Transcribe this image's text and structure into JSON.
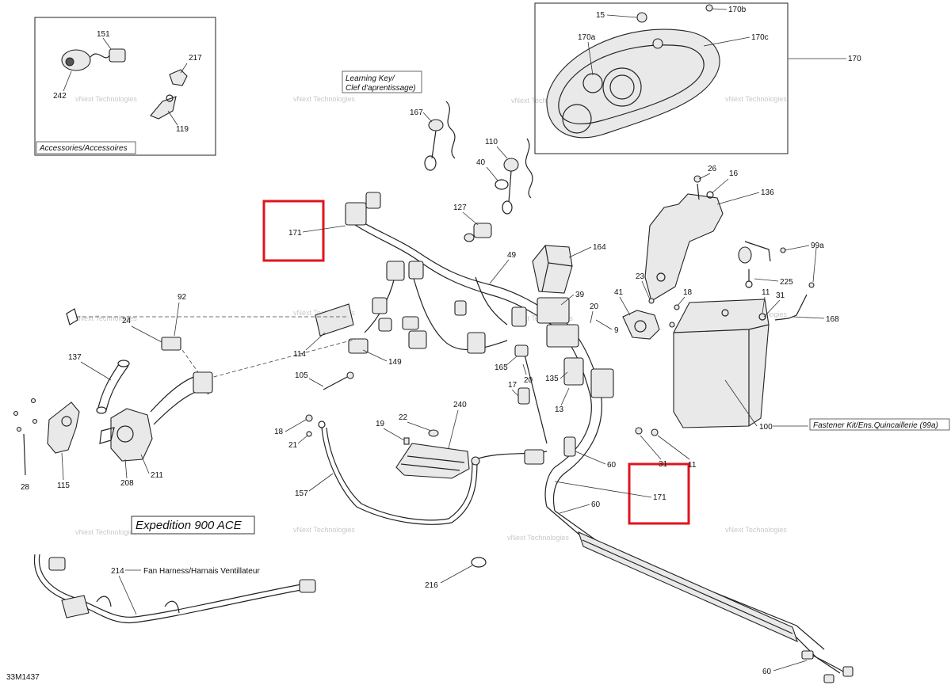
{
  "diagram": {
    "drawing_code": "33M1437",
    "model_title": "Expedition 900 ACE",
    "watermark_text": "vNext Technologies"
  },
  "insets": {
    "accessories": {
      "title": "Accessories/Accessoires",
      "labels": [
        "151",
        "217",
        "242",
        "119"
      ]
    },
    "gauge": {
      "labels": [
        "15",
        "170b",
        "170a",
        "170c"
      ]
    }
  },
  "annotations": {
    "learning_key": [
      "Learning Key/",
      "Clef d'aprentissage)"
    ],
    "fastener_kit": "Fastener Kit/Ens.Quincaillerie (99a)",
    "fan_harness": "Fan Harness/Harnais Ventillateur"
  },
  "highlights": [
    {
      "label": "171",
      "color": "#e0141e"
    },
    {
      "label": "171",
      "color": "#e0141e"
    }
  ],
  "part_labels": {
    "p170": "170",
    "p167": "167",
    "p110": "110",
    "p40": "40",
    "p127": "127",
    "p26": "26",
    "p16": "16",
    "p136": "136",
    "p164": "164",
    "p49": "49",
    "p39": "39",
    "p99a": "99a",
    "p225": "225",
    "p23": "23",
    "p18a": "18",
    "p41a": "41",
    "p20a": "20",
    "p9": "9",
    "p11a": "11",
    "p31a": "31",
    "p168": "168",
    "p92": "92",
    "p24": "24",
    "p114": "114",
    "p149": "149",
    "p137": "137",
    "p165": "165",
    "p20b": "20",
    "p17": "17",
    "p135": "135",
    "p13": "13",
    "p105": "105",
    "p100": "100",
    "p19": "19",
    "p22": "22",
    "p240": "240",
    "p18b": "18",
    "p21a": "21",
    "p60a": "60",
    "p31b": "31",
    "p11b": "11",
    "p115": "115",
    "p208": "208",
    "p211": "211",
    "p28": "28",
    "p157": "157",
    "p60b": "60",
    "p216": "216",
    "p214": "214",
    "p60c": "60"
  }
}
